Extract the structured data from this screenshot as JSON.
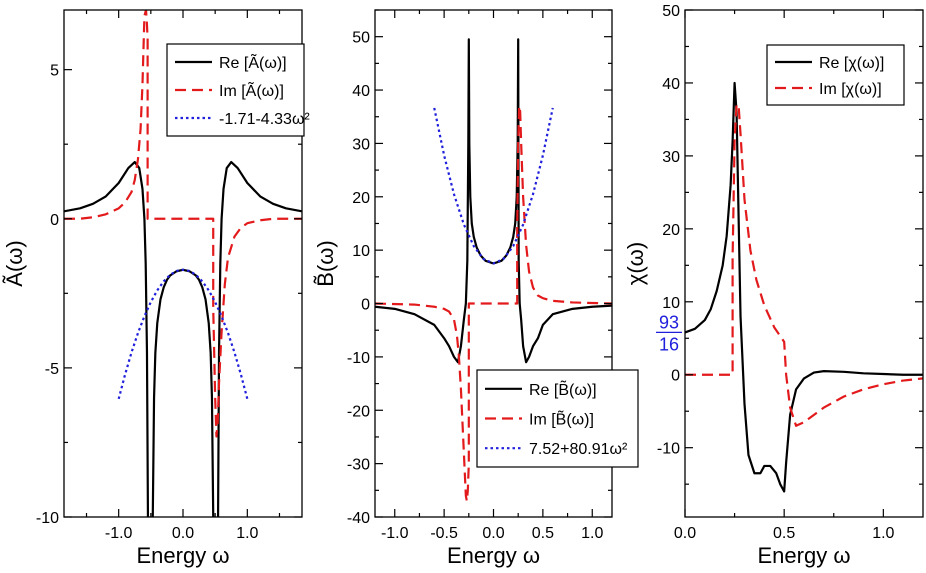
{
  "chart_data": [
    {
      "type": "line",
      "xlabel": "Energy ω",
      "ylabel": "Ã(ω)",
      "xlim": [
        -1.85,
        1.85
      ],
      "ylim": [
        -10,
        7
      ],
      "xticks": [
        -1.0,
        0.0,
        1.0
      ],
      "xtick_labels": [
        "-1.0",
        "0.0",
        "1.0"
      ],
      "yticks": [
        5,
        0,
        -5,
        -10
      ],
      "ytick_labels": [
        "5",
        "0",
        "-5",
        "-10"
      ],
      "legend_position": "top-right",
      "series": [
        {
          "name": "Re [Ã(ω)]",
          "color": "#000000",
          "dash": "solid",
          "x": [
            -1.85,
            -1.6,
            -1.4,
            -1.2,
            -1.0,
            -0.85,
            -0.75,
            -0.68,
            -0.63,
            -0.6,
            -0.58,
            -0.56,
            -0.545,
            null,
            -0.47,
            -0.45,
            -0.43,
            -0.4,
            -0.35,
            -0.3,
            -0.25,
            -0.2,
            -0.1,
            0.0,
            0.1,
            0.2,
            0.25,
            0.3,
            0.35,
            0.4,
            0.43,
            0.45,
            0.47,
            null,
            0.545,
            0.56,
            0.58,
            0.6,
            0.63,
            0.68,
            0.75,
            0.85,
            1.0,
            1.2,
            1.4,
            1.6,
            1.85
          ],
          "y": [
            0.25,
            0.35,
            0.5,
            0.75,
            1.2,
            1.7,
            1.9,
            1.7,
            1.0,
            0.0,
            -1.5,
            -4.5,
            -10,
            null,
            -10,
            -6.0,
            -4.5,
            -3.5,
            -2.7,
            -2.3,
            -2.05,
            -1.9,
            -1.76,
            -1.71,
            -1.76,
            -1.9,
            -2.05,
            -2.3,
            -2.7,
            -3.5,
            -4.5,
            -6.0,
            -10,
            null,
            -10,
            -4.5,
            -1.5,
            0.0,
            1.0,
            1.7,
            1.9,
            1.7,
            1.2,
            0.75,
            0.5,
            0.35,
            0.25
          ]
        },
        {
          "name": "Im [Ã(ω)]",
          "color": "#e31a1c",
          "dash": "dashed",
          "x": [
            -1.85,
            -1.6,
            -1.4,
            -1.2,
            -1.0,
            -0.9,
            -0.8,
            -0.75,
            -0.7,
            -0.66,
            -0.63,
            -0.6,
            -0.575,
            -0.56,
            -0.55,
            -0.55,
            0.47,
            0.47,
            0.5,
            0.52,
            0.54,
            0.56,
            0.6,
            0.65,
            0.7,
            0.8,
            0.9,
            1.0,
            1.2,
            1.4,
            1.6,
            1.85
          ],
          "y": [
            0.0,
            0.0,
            0.05,
            0.15,
            0.35,
            0.55,
            0.9,
            1.3,
            2.0,
            3.0,
            4.5,
            6.8,
            7.0,
            6.5,
            6.0,
            0.0,
            0.0,
            -3.0,
            -6.0,
            -7.3,
            -6.8,
            -5.5,
            -3.8,
            -2.2,
            -1.3,
            -0.6,
            -0.3,
            -0.15,
            -0.05,
            0.0,
            0.0,
            0.0
          ]
        },
        {
          "name": "-1.71-4.33ω²",
          "color": "#1f1fdc",
          "dash": "dotted",
          "x": [
            -1.0,
            -0.9,
            -0.8,
            -0.7,
            -0.6,
            -0.5,
            -0.4,
            -0.3,
            -0.2,
            -0.1,
            0.0,
            0.1,
            0.2,
            0.3,
            0.4,
            0.5,
            0.6,
            0.7,
            0.8,
            0.9,
            1.0
          ],
          "y": [
            -6.04,
            -5.22,
            -4.48,
            -3.83,
            -3.27,
            -2.79,
            -2.4,
            -2.1,
            -1.88,
            -1.75,
            -1.71,
            -1.75,
            -1.88,
            -2.1,
            -2.4,
            -2.79,
            -3.27,
            -3.83,
            -4.48,
            -5.22,
            -6.04
          ]
        }
      ]
    },
    {
      "type": "line",
      "xlabel": "Energy ω",
      "ylabel": "B̃(ω)",
      "xlim": [
        -1.2,
        1.2
      ],
      "ylim": [
        -40,
        55
      ],
      "xticks": [
        -1.0,
        -0.5,
        0.0,
        0.5,
        1.0
      ],
      "xtick_labels": [
        "-1.0",
        "-0.5",
        "0.0",
        "0.5",
        "1.0"
      ],
      "yticks": [
        50,
        40,
        30,
        20,
        10,
        0,
        -10,
        -20,
        -30,
        -40
      ],
      "ytick_labels": [
        "50",
        "40",
        "30",
        "20",
        "10",
        "0",
        "-10",
        "-20",
        "-30",
        "-40"
      ],
      "legend_position": "bottom-right",
      "series": [
        {
          "name": "Re [B̃(ω)]",
          "color": "#000000",
          "dash": "solid",
          "x": [
            -1.2,
            -1.0,
            -0.8,
            -0.6,
            -0.5,
            -0.45,
            -0.4,
            -0.36,
            -0.33,
            -0.3,
            -0.28,
            -0.265,
            -0.255,
            -0.25,
            -0.245,
            -0.235,
            -0.22,
            -0.2,
            -0.17,
            -0.13,
            -0.08,
            0.0,
            0.08,
            0.13,
            0.17,
            0.2,
            0.22,
            0.235,
            0.245,
            0.25,
            0.255,
            0.265,
            0.28,
            0.3,
            0.33,
            0.36,
            0.4,
            0.45,
            0.5,
            0.6,
            0.8,
            1.0,
            1.2
          ],
          "y": [
            -0.6,
            -1.0,
            -2.0,
            -4.0,
            -6.5,
            -8.0,
            -10.0,
            -11.0,
            -8.0,
            -3.0,
            0.0,
            8.0,
            30.0,
            49.5,
            30.0,
            20.0,
            15.0,
            12.5,
            10.5,
            9.0,
            8.0,
            7.5,
            8.0,
            9.0,
            10.5,
            12.5,
            15.0,
            20.0,
            30.0,
            49.5,
            8.0,
            0.0,
            -3.0,
            -8.0,
            -11.0,
            -10.0,
            -8.0,
            -6.5,
            -4.0,
            -2.0,
            -1.0,
            -0.6,
            -0.4
          ]
        },
        {
          "name": "Im [B̃(ω)]",
          "color": "#e31a1c",
          "dash": "dashed",
          "x": [
            -1.2,
            -0.8,
            -0.6,
            -0.5,
            -0.45,
            -0.4,
            -0.37,
            -0.35,
            -0.33,
            -0.31,
            -0.29,
            -0.28,
            -0.27,
            -0.26,
            -0.25,
            -0.25,
            0.24,
            0.24,
            0.25,
            0.26,
            0.27,
            0.28,
            0.3,
            0.33,
            0.36,
            0.4,
            0.45,
            0.5,
            0.6,
            0.8,
            1.0,
            1.2
          ],
          "y": [
            0.0,
            -0.2,
            -0.6,
            -1.0,
            -1.5,
            -3.0,
            -6.0,
            -10.0,
            -16.0,
            -24.0,
            -32.0,
            -36.0,
            -37.0,
            -35.0,
            -30.0,
            0.0,
            0.0,
            14.0,
            30.0,
            37.0,
            36.0,
            30.0,
            20.0,
            11.0,
            6.0,
            3.0,
            1.5,
            1.0,
            0.5,
            0.2,
            0.1,
            0.0
          ]
        },
        {
          "name": "7.52+80.91ω²",
          "color": "#1f1fdc",
          "dash": "dotted",
          "x": [
            -0.6,
            -0.5,
            -0.4,
            -0.3,
            -0.2,
            -0.1,
            0.0,
            0.1,
            0.2,
            0.3,
            0.4,
            0.5,
            0.6
          ],
          "y": [
            36.65,
            27.75,
            20.47,
            14.8,
            10.76,
            8.33,
            7.52,
            8.33,
            10.76,
            14.8,
            20.47,
            27.75,
            36.65
          ]
        }
      ]
    },
    {
      "type": "line",
      "xlabel": "Energy ω",
      "ylabel": "χ(ω)",
      "xlim": [
        0.0,
        1.2
      ],
      "ylim": [
        -19.5,
        50
      ],
      "xticks": [
        0.0,
        0.5,
        1.0
      ],
      "xtick_labels": [
        "0.0",
        "0.5",
        "1.0"
      ],
      "yticks": [
        50,
        40,
        30,
        20,
        10,
        0,
        -10
      ],
      "ytick_labels": [
        "50",
        "40",
        "30",
        "20",
        "10",
        "0",
        "-10"
      ],
      "legend_position": "top-right",
      "annotation": {
        "numerator": "93",
        "denominator": "16",
        "y": 5.8125,
        "color": "#1f1fdc"
      },
      "series": [
        {
          "name": "Re [χ(ω)]",
          "color": "#000000",
          "dash": "solid",
          "x": [
            0.0,
            0.05,
            0.1,
            0.13,
            0.16,
            0.19,
            0.21,
            0.23,
            0.24,
            0.25,
            0.26,
            0.27,
            0.28,
            0.3,
            0.32,
            0.35,
            0.38,
            0.4,
            0.43,
            0.46,
            0.48,
            0.5,
            0.51,
            0.53,
            0.56,
            0.6,
            0.65,
            0.7,
            0.8,
            0.9,
            1.0,
            1.1,
            1.2
          ],
          "y": [
            5.8,
            6.3,
            7.5,
            9.0,
            11.5,
            15.0,
            19.0,
            26.0,
            32.0,
            40.0,
            36.0,
            22.0,
            8.0,
            -4.0,
            -11.0,
            -13.5,
            -13.5,
            -12.5,
            -12.5,
            -13.5,
            -15.0,
            -16.0,
            -12.0,
            -5.5,
            -2.0,
            -0.5,
            0.3,
            0.5,
            0.4,
            0.2,
            0.1,
            0.0,
            0.0
          ]
        },
        {
          "name": "Im [χ(ω)]",
          "color": "#e31a1c",
          "dash": "dashed",
          "x": [
            0.0,
            0.1,
            0.2,
            0.24,
            0.24,
            0.25,
            0.26,
            0.27,
            0.28,
            0.3,
            0.33,
            0.36,
            0.4,
            0.45,
            0.5,
            0.51,
            0.53,
            0.56,
            0.6,
            0.65,
            0.7,
            0.8,
            0.9,
            1.0,
            1.1,
            1.2
          ],
          "y": [
            0.0,
            0.0,
            0.0,
            0.0,
            16.0,
            32.0,
            37.0,
            37.0,
            33.0,
            24.0,
            17.0,
            13.0,
            9.5,
            6.5,
            4.5,
            0.0,
            -4.5,
            -7.0,
            -6.5,
            -5.5,
            -4.5,
            -3.0,
            -2.0,
            -1.3,
            -0.8,
            -0.5
          ]
        }
      ]
    }
  ]
}
